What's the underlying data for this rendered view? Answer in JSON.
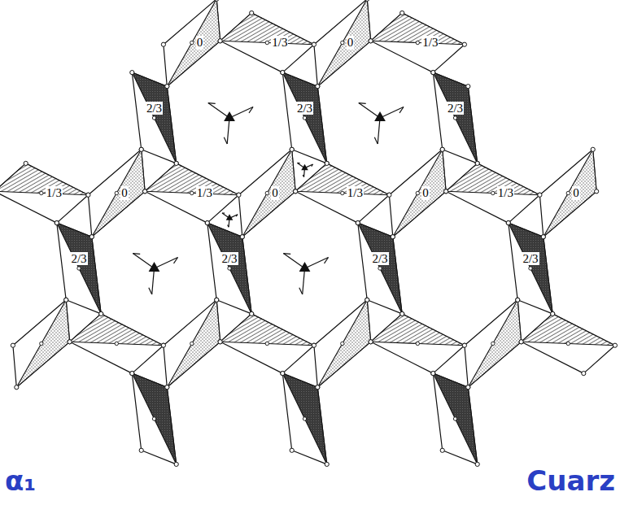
{
  "diagram": {
    "labels": [
      "0",
      "1/3",
      "0",
      "1/3",
      "2/3",
      "2/3",
      "2/3",
      "1/3",
      "0",
      "1/3",
      "0",
      "1/3",
      "0",
      "1/3",
      "0",
      "2/3",
      "2/3",
      "2/3",
      "2/3",
      "α₁",
      "Cuarz"
    ]
  }
}
